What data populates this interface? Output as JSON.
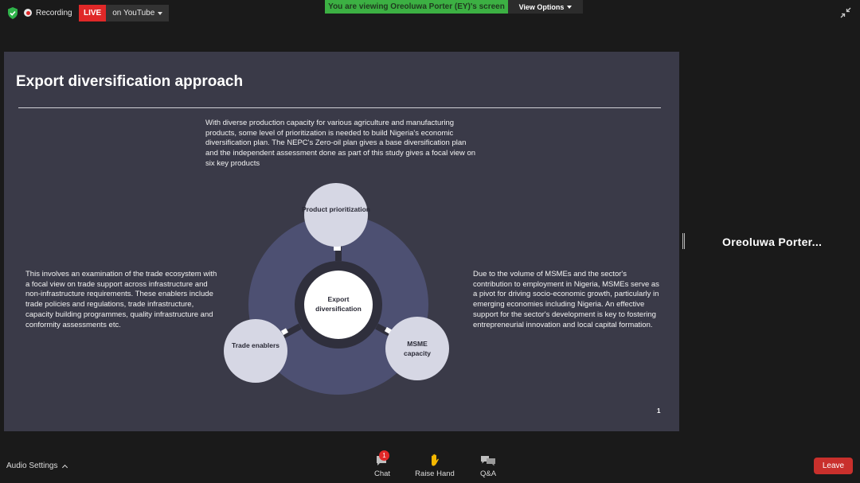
{
  "top_bar": {
    "recording_label": "Recording",
    "live_label": "LIVE",
    "stream_target": "on YouTube",
    "viewing_banner": "You are viewing Oreoluwa Porter (EY)'s screen",
    "view_options_label": "View Options"
  },
  "slide": {
    "title": "Export diversification approach",
    "top_text": "With diverse production capacity for various agriculture and manufacturing products, some level of prioritization is needed to build Nigeria's economic diversification plan. The NEPC's Zero-oil plan gives a base diversification plan and the independent assessment done as part of this study gives a focal view on six key products",
    "left_text": "This involves an examination of the trade ecosystem with a focal view on trade support across infrastructure and non-infrastructure requirements. These enablers include trade policies and regulations, trade infrastructure, capacity building programmes, quality infrastructure and conformity assessments etc.",
    "right_text": "Due to the volume of MSMEs and the sector's contribution to employment in Nigeria, MSMEs serve as a pivot for driving socio-economic growth, particularly in emerging economies including Nigeria.  An effective support for the sector's development is key to fostering entrepreneurial innovation and local capital formation.",
    "diagram": {
      "center": "Export diversification",
      "top_node": "Product prioritization",
      "left_node": "Trade enablers",
      "right_node": "MSME capacity"
    },
    "page_number": "1"
  },
  "participant": {
    "name": "Oreoluwa  Porter..."
  },
  "bottom_bar": {
    "audio_settings_label": "Audio Settings",
    "chat_label": "Chat",
    "chat_badge": "1",
    "raise_hand_label": "Raise Hand",
    "qa_label": "Q&A",
    "leave_label": "Leave"
  },
  "colors": {
    "live_red": "#e02828",
    "banner_green": "#3cb043",
    "slide_bg": "#3a3a48",
    "diagram_ring": "#4d5072",
    "node_fill": "#d6d7e4",
    "leave_red": "#c9302c"
  },
  "icons": [
    "shield-icon",
    "recording-icon",
    "chevron-down-icon",
    "exit-fullscreen-icon",
    "chat-icon",
    "raise-hand-icon",
    "qa-icon",
    "chevron-up-icon"
  ]
}
